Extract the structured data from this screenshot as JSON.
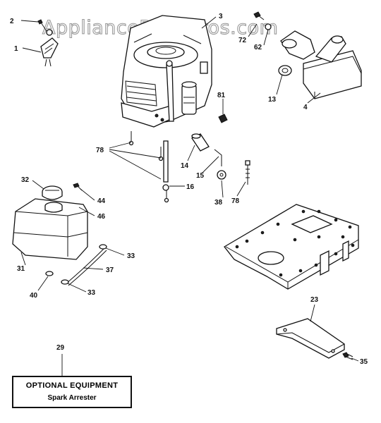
{
  "watermark": "AppliancePartsPros.com",
  "callouts": [
    "2",
    "1",
    "3",
    "72",
    "62",
    "13",
    "4",
    "81",
    "78",
    "14",
    "15",
    "16",
    "38",
    "78",
    "32",
    "44",
    "46",
    "31",
    "33",
    "37",
    "40",
    "33",
    "23",
    "35",
    "29"
  ],
  "optional_box": {
    "title": "OPTIONAL EQUIPMENT",
    "subtitle": "Spark Arrester"
  }
}
